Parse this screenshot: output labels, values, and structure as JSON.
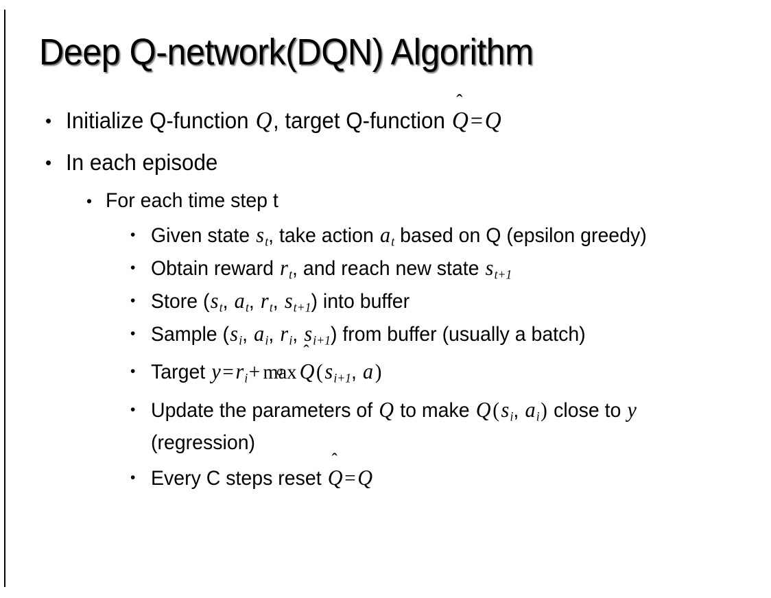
{
  "slide": {
    "title": "Deep Q-network(DQN) Algorithm",
    "background_color": "#ffffff",
    "text_color": "#000000",
    "bullet_glyph": "•"
  },
  "content": {
    "l1_initialize": {
      "pre": "Initialize Q-function ",
      "var_q1": "Q",
      "mid": ", target Q-function ",
      "var_qhat": "Q",
      "hat": "̂",
      "eq": "=",
      "var_q2": "Q"
    },
    "l1_in_each_episode": "In each episode",
    "l2_for_each_time_step": "For each time step t",
    "l3_given_state": {
      "pre": "Given state ",
      "var_s": "s",
      "sub_s": "t",
      "mid": ", take action ",
      "var_a": "a",
      "sub_a": "t",
      "post": " based on Q (epsilon greedy)"
    },
    "l3_obtain_reward": {
      "pre": "Obtain reward ",
      "var_r": "r",
      "sub_r": "t",
      "mid": ", and reach new state ",
      "var_s": "s",
      "sub_s": "t+1"
    },
    "l3_store": {
      "pre": "Store (",
      "var_s1": "s",
      "sub_s1": "t",
      "sep1": ", ",
      "var_a": "a",
      "sub_a": "t",
      "sep2": ", ",
      "var_r": "r",
      "sub_r": "t",
      "sep3": ", ",
      "var_s2": "s",
      "sub_s2": "t+1",
      "post": ") into buffer"
    },
    "l3_sample": {
      "pre": "Sample (",
      "var_s1": "s",
      "sub_s1": "i",
      "sep1": ", ",
      "var_a": "a",
      "sub_a": "i",
      "sep2": ", ",
      "var_r": "r",
      "sub_r": "i",
      "sep3": ", ",
      "var_s2": "s",
      "sub_s2": "i+1",
      "post": ") from buffer (usually a batch)"
    },
    "l3_target": {
      "pre": "Target ",
      "var_y": "y",
      "eq": "=",
      "var_r": "r",
      "sub_r": "i",
      "plus": "+",
      "max_op": "max",
      "max_limit": "a",
      "var_qhat": "Q",
      "hat": "̂",
      "open": "(",
      "var_s": "s",
      "sub_s": "i+1",
      "comma": ", ",
      "var_a": "a",
      "close": ")"
    },
    "l3_update": {
      "pre": "Update the parameters of ",
      "var_q1": "Q",
      "mid": " to make ",
      "var_q2": "Q",
      "open": "(",
      "var_s": "s",
      "sub_s": "i",
      "comma": ", ",
      "var_a": "a",
      "sub_a": "i",
      "close": ")",
      "post": " close to ",
      "var_y": "y",
      "tail": " (regression)"
    },
    "l3_every_c": {
      "pre": "Every C steps reset ",
      "var_qhat": "Q",
      "hat": "̂",
      "eq": "=",
      "var_q": "Q"
    }
  }
}
